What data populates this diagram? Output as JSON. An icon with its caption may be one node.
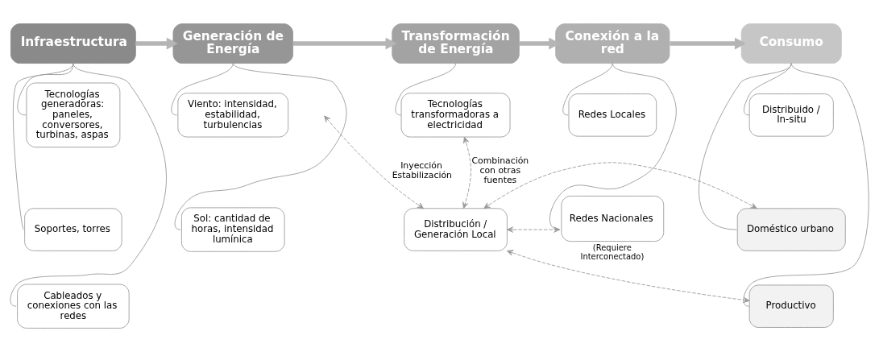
{
  "diagram": {
    "nodes": [
      {
        "text": [
          "Infraestructura"
        ]
      },
      {
        "text": [
          "Tecnologías generadoras: paneles, conversores, turbinas, aspas"
        ]
      },
      {
        "text": [
          "Soportes, torres"
        ]
      },
      {
        "text": [
          "Cableados y conexiones con las redes"
        ]
      },
      {
        "text": [
          "Generación de Energía"
        ]
      },
      {
        "text": [
          "Viento: intensidad, estabilidad, turbulencias"
        ]
      },
      {
        "text": [
          "Sol: cantidad de horas, intensidad lumínica"
        ]
      },
      {
        "text": [
          "Transformación de Energía"
        ]
      },
      {
        "text": [
          "Tecnologías transformadoras a electricidad"
        ]
      },
      {
        "text": [
          "Conexión a la red"
        ]
      },
      {
        "text": [
          "Redes Locales"
        ]
      },
      {
        "text": [
          "Redes Nacionales"
        ],
        "beside": [
          "(Requiere Interconectado)"
        ]
      },
      {
        "text": [
          "Consumo"
        ]
      },
      {
        "text": [
          "Distribuido / In-situ"
        ]
      },
      {
        "text": [
          "Doméstico urbano"
        ]
      },
      {
        "text": [
          "Productivo"
        ]
      },
      {
        "text": [
          "Distribución / Generación Local"
        ]
      }
    ],
    "edges": [
      {
        "from": 0,
        "to": 4,
        "arrow": "to",
        "style": "thick"
      },
      {
        "from": 4,
        "to": 7,
        "arrow": "to",
        "style": "thick"
      },
      {
        "from": 7,
        "to": 9,
        "arrow": "to",
        "style": "thick"
      },
      {
        "from": 9,
        "to": 12,
        "arrow": "to",
        "style": "thick"
      },
      {
        "from": 0,
        "to": 1,
        "arrow": "none"
      },
      {
        "from": 0,
        "to": 2,
        "arrow": "none"
      },
      {
        "from": 0,
        "to": 3,
        "arrow": "none"
      },
      {
        "from": 4,
        "to": 5,
        "arrow": "none"
      },
      {
        "from": 4,
        "to": 6,
        "arrow": "none"
      },
      {
        "from": 7,
        "to": 8,
        "arrow": "none"
      },
      {
        "from": 9,
        "to": 10,
        "arrow": "none"
      },
      {
        "from": 9,
        "to": 11,
        "arrow": "none"
      },
      {
        "from": 12,
        "to": 13,
        "arrow": "none"
      },
      {
        "from": 12,
        "to": 14,
        "arrow": "none"
      },
      {
        "from": 12,
        "to": 15,
        "arrow": "none"
      },
      {
        "from": 16,
        "to": null,
        "arrow": "both",
        "style": "dashed",
        "label": "Inyección Estabilización"
      },
      {
        "from": 8,
        "to": 16,
        "arrow": "both",
        "style": "dashed",
        "label": "Combinación con otras fuentes"
      },
      {
        "from": 16,
        "to": 11,
        "arrow": "both",
        "style": "dashed"
      },
      {
        "from": 16,
        "to": 14,
        "arrow": "both",
        "style": "dashed"
      },
      {
        "from": 16,
        "to": 15,
        "arrow": "both",
        "style": "dashed"
      }
    ]
  }
}
